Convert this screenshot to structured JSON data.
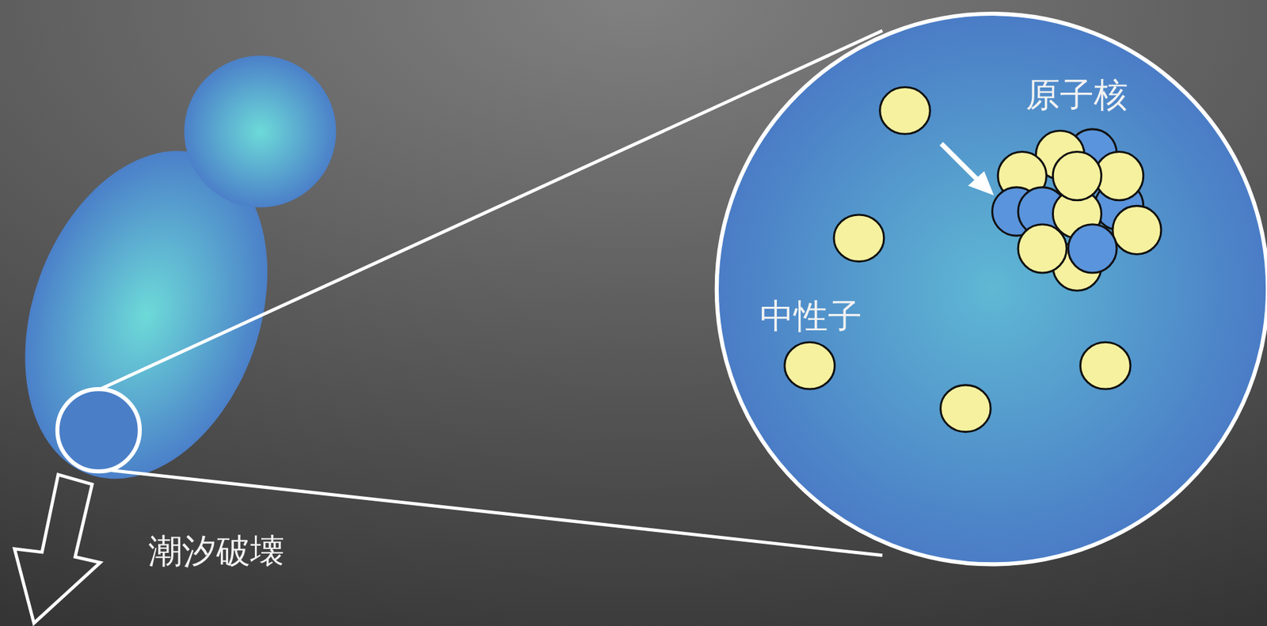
{
  "diagram": {
    "labels": [
      "原子核",
      "中性子",
      "潮汐破壊"
    ]
  }
}
